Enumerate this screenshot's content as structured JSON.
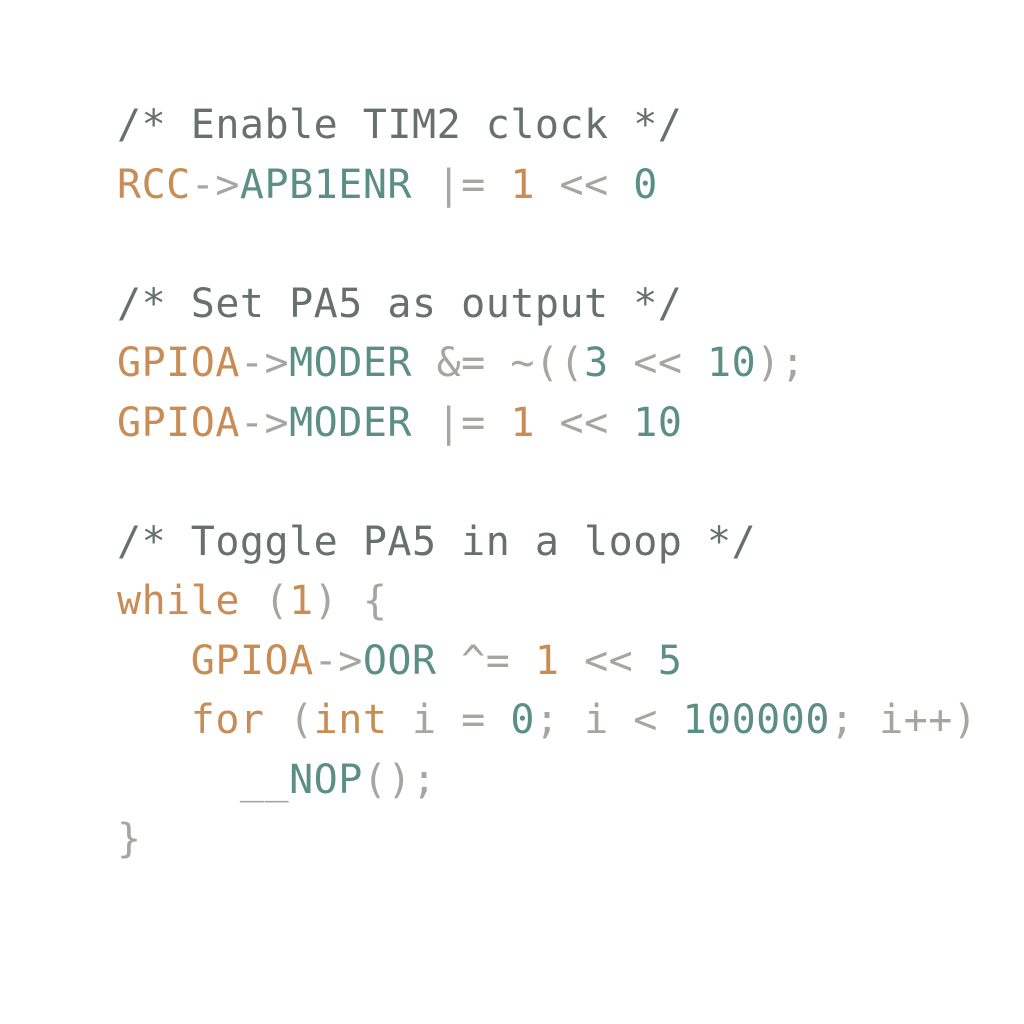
{
  "colors": {
    "comment": "#66706d",
    "identifier": "#c98c55",
    "member": "#5c8f83",
    "number_accent": "#c98c55",
    "number": "#5c8f83",
    "operator": "#a8a5a1"
  },
  "lines": [
    {
      "indent": 0,
      "tokens": [
        {
          "text": "/* Enable TIM2 clock */",
          "kind": "comment"
        }
      ]
    },
    {
      "indent": 0,
      "tokens": [
        {
          "text": "RCC",
          "kind": "identifier"
        },
        {
          "text": "->",
          "kind": "operator"
        },
        {
          "text": "APB1ENR",
          "kind": "member"
        },
        {
          "text": " |= ",
          "kind": "operator"
        },
        {
          "text": "1",
          "kind": "number_accent"
        },
        {
          "text": " << ",
          "kind": "operator"
        },
        {
          "text": "0",
          "kind": "number"
        }
      ]
    },
    {
      "indent": 0,
      "tokens": []
    },
    {
      "indent": 0,
      "tokens": [
        {
          "text": "/* Set PA5 as output */",
          "kind": "comment"
        }
      ]
    },
    {
      "indent": 0,
      "tokens": [
        {
          "text": "GPIOA",
          "kind": "identifier"
        },
        {
          "text": "->",
          "kind": "operator"
        },
        {
          "text": "MODER",
          "kind": "member"
        },
        {
          "text": " &= ~((",
          "kind": "operator"
        },
        {
          "text": "3",
          "kind": "number"
        },
        {
          "text": " << ",
          "kind": "operator"
        },
        {
          "text": "10",
          "kind": "number"
        },
        {
          "text": ");",
          "kind": "operator"
        }
      ]
    },
    {
      "indent": 0,
      "tokens": [
        {
          "text": "GPIOA",
          "kind": "identifier"
        },
        {
          "text": "->",
          "kind": "operator"
        },
        {
          "text": "MODER",
          "kind": "member"
        },
        {
          "text": " |= ",
          "kind": "operator"
        },
        {
          "text": "1",
          "kind": "number_accent"
        },
        {
          "text": " << ",
          "kind": "operator"
        },
        {
          "text": "10",
          "kind": "number"
        }
      ]
    },
    {
      "indent": 0,
      "tokens": []
    },
    {
      "indent": 0,
      "tokens": [
        {
          "text": "/* Toggle PA5 in a loop */",
          "kind": "comment"
        }
      ]
    },
    {
      "indent": 0,
      "tokens": [
        {
          "text": "while",
          "kind": "identifier"
        },
        {
          "text": " (",
          "kind": "operator"
        },
        {
          "text": "1",
          "kind": "number_accent"
        },
        {
          "text": ") {",
          "kind": "operator"
        }
      ]
    },
    {
      "indent": 3,
      "tokens": [
        {
          "text": "GPIOA",
          "kind": "identifier"
        },
        {
          "text": "->",
          "kind": "operator"
        },
        {
          "text": "OOR",
          "kind": "member"
        },
        {
          "text": " ^= ",
          "kind": "operator"
        },
        {
          "text": "1",
          "kind": "number_accent"
        },
        {
          "text": " << ",
          "kind": "operator"
        },
        {
          "text": "5",
          "kind": "number"
        }
      ]
    },
    {
      "indent": 3,
      "tokens": [
        {
          "text": "for",
          "kind": "identifier"
        },
        {
          "text": " (",
          "kind": "operator"
        },
        {
          "text": "int",
          "kind": "identifier"
        },
        {
          "text": " i = ",
          "kind": "operator"
        },
        {
          "text": "0",
          "kind": "number"
        },
        {
          "text": "; i < ",
          "kind": "operator"
        },
        {
          "text": "100000",
          "kind": "number"
        },
        {
          "text": "; i++)",
          "kind": "operator"
        }
      ]
    },
    {
      "indent": 5,
      "tokens": [
        {
          "text": "__",
          "kind": "operator"
        },
        {
          "text": "NOP",
          "kind": "member"
        },
        {
          "text": "();",
          "kind": "operator"
        }
      ]
    },
    {
      "indent": 0,
      "tokens": [
        {
          "text": "}",
          "kind": "operator"
        }
      ]
    }
  ]
}
